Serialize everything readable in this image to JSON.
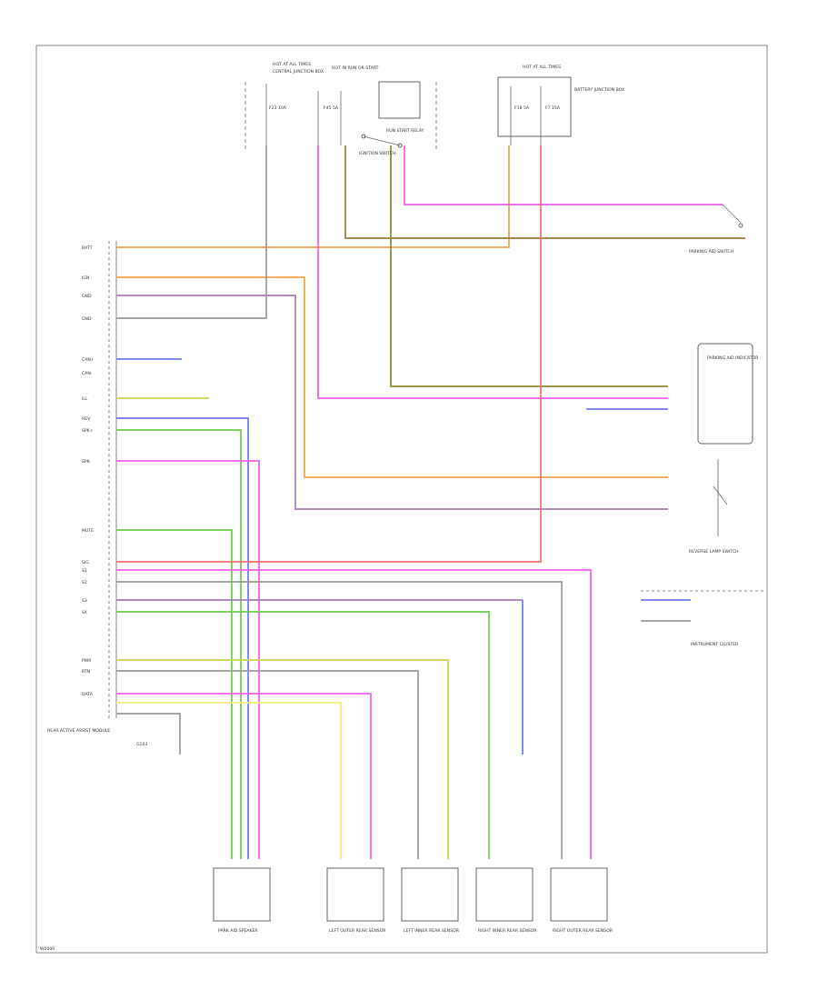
{
  "diagram": {
    "frame_label": "W0000",
    "module_label": "REAR ACTIVE ASSIST MODULE",
    "fuse_label_1": "HOT AT ALL TIMES",
    "fuse_label_2": "HOT IN RUN OR START",
    "junction_label": "CENTRAL JUNCTION BOX",
    "fuse_box_label": "BATTERY JUNCTION BOX",
    "fuse_f1": "F23 10A",
    "fuse_f2": "F45 5A",
    "fuse_f3": "F18 5A",
    "fuse_f4": "F7 15A",
    "relay_label": "RUN START RELAY",
    "ign_switch_label": "IGNITION SWITCH",
    "right_comp_1": "PARKING AID SWITCH",
    "right_comp_2": "PARKING AID INDICATOR",
    "right_comp_3": "REVERSE LAMP SWITCH",
    "right_comp_4": "INSTRUMENT CLUSTER",
    "ground_label": "G103",
    "bottom_comp_1": "PARK AID SPEAKER",
    "bottom_comp_2": "LEFT OUTER REAR SENSOR",
    "bottom_comp_3": "LEFT INNER REAR SENSOR",
    "bottom_comp_4": "RIGHT INNER REAR SENSOR",
    "bottom_comp_5": "RIGHT OUTER REAR SENSOR",
    "pins": [
      "BATT",
      "IGN",
      "GND",
      "GND",
      "CAN+",
      "CAN-",
      "ILL",
      "REV",
      "SPK+",
      "SPK-",
      "MUTE",
      "SIG",
      "S1",
      "S2",
      "S3",
      "S4",
      "PWR",
      "RTN",
      "DATA"
    ],
    "wire_colors": {
      "orange": "#f2a04a",
      "brown": "#9e7a3a",
      "yellow_green": "#cdd44a",
      "pink": "#f05ce8",
      "red": "#ef6e6e",
      "blue": "#6e78ee",
      "green": "#6ccc4c",
      "violet": "#a87ab8",
      "gray": "#9a9a9a",
      "light_yellow": "#f0ec7a",
      "olive": "#8e8a2a"
    }
  }
}
